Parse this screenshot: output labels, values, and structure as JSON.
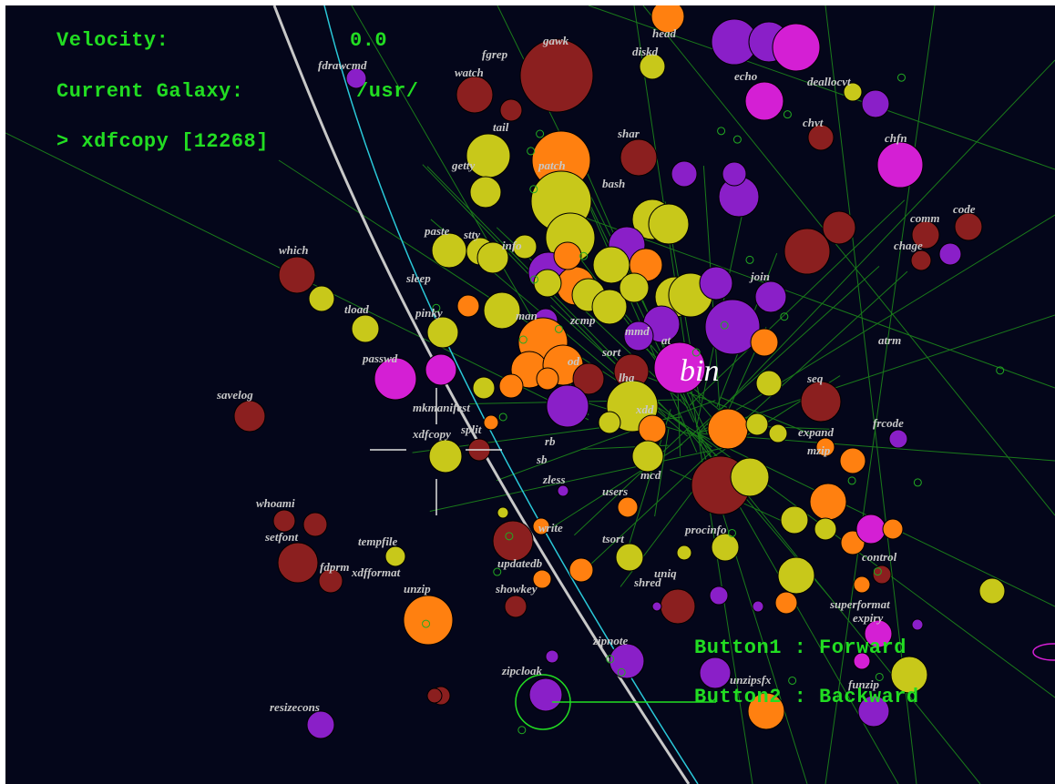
{
  "hud": {
    "velocity_label": "Velocity:",
    "velocity_value": "0.0",
    "galaxy_label": "Current Galaxy:",
    "galaxy_value": "/usr/",
    "selected": "> xdfcopy [12268]",
    "button1": "Button1 : Forward",
    "button2": "Button2 : Backward"
  },
  "center_label": "bin",
  "colors": {
    "background": "#04061a",
    "hud_text": "#22dd22",
    "label": "#c8c8c8",
    "orbit_line": "#1a7a1a",
    "path_gray": "#c8c8c8",
    "path_cyan": "#2ac8d8",
    "planet_palette": [
      "#8b1f1f",
      "#c8c81a",
      "#ff8010",
      "#8a1fc8",
      "#d41fd4"
    ]
  },
  "labels": [
    "gawk",
    "head",
    "diskd",
    "fgrep",
    "watch",
    "fdrawcmd",
    "deallocvt",
    "echo",
    "chvt",
    "chfn",
    "code",
    "comm",
    "chage",
    "join",
    "atrm",
    "seq",
    "frcode",
    "expand",
    "users",
    "zless",
    "zipcloak",
    "zipnote",
    "unzipsfx",
    "funzip",
    "resizecons",
    "whoami",
    "setfont",
    "fdprm",
    "xdfformat",
    "unzip",
    "tempfile",
    "showkey",
    "updatedb",
    "tsort",
    "procinfo",
    "sleep",
    "tload",
    "pinky",
    "passwd",
    "which",
    "savelog",
    "paste",
    "info",
    "tail",
    "patch",
    "shar",
    "mmd",
    "lha",
    "xdd",
    "mcd",
    "rb",
    "sb",
    "expiry",
    "superformat",
    "getty",
    "mkmanifest",
    "xdfcopy",
    "split",
    "write",
    "stty",
    "man",
    "zcmp",
    "at",
    "uniq",
    "control",
    "mzip",
    "sort",
    "bash",
    "shred",
    "od"
  ],
  "hidden_note": ""
}
